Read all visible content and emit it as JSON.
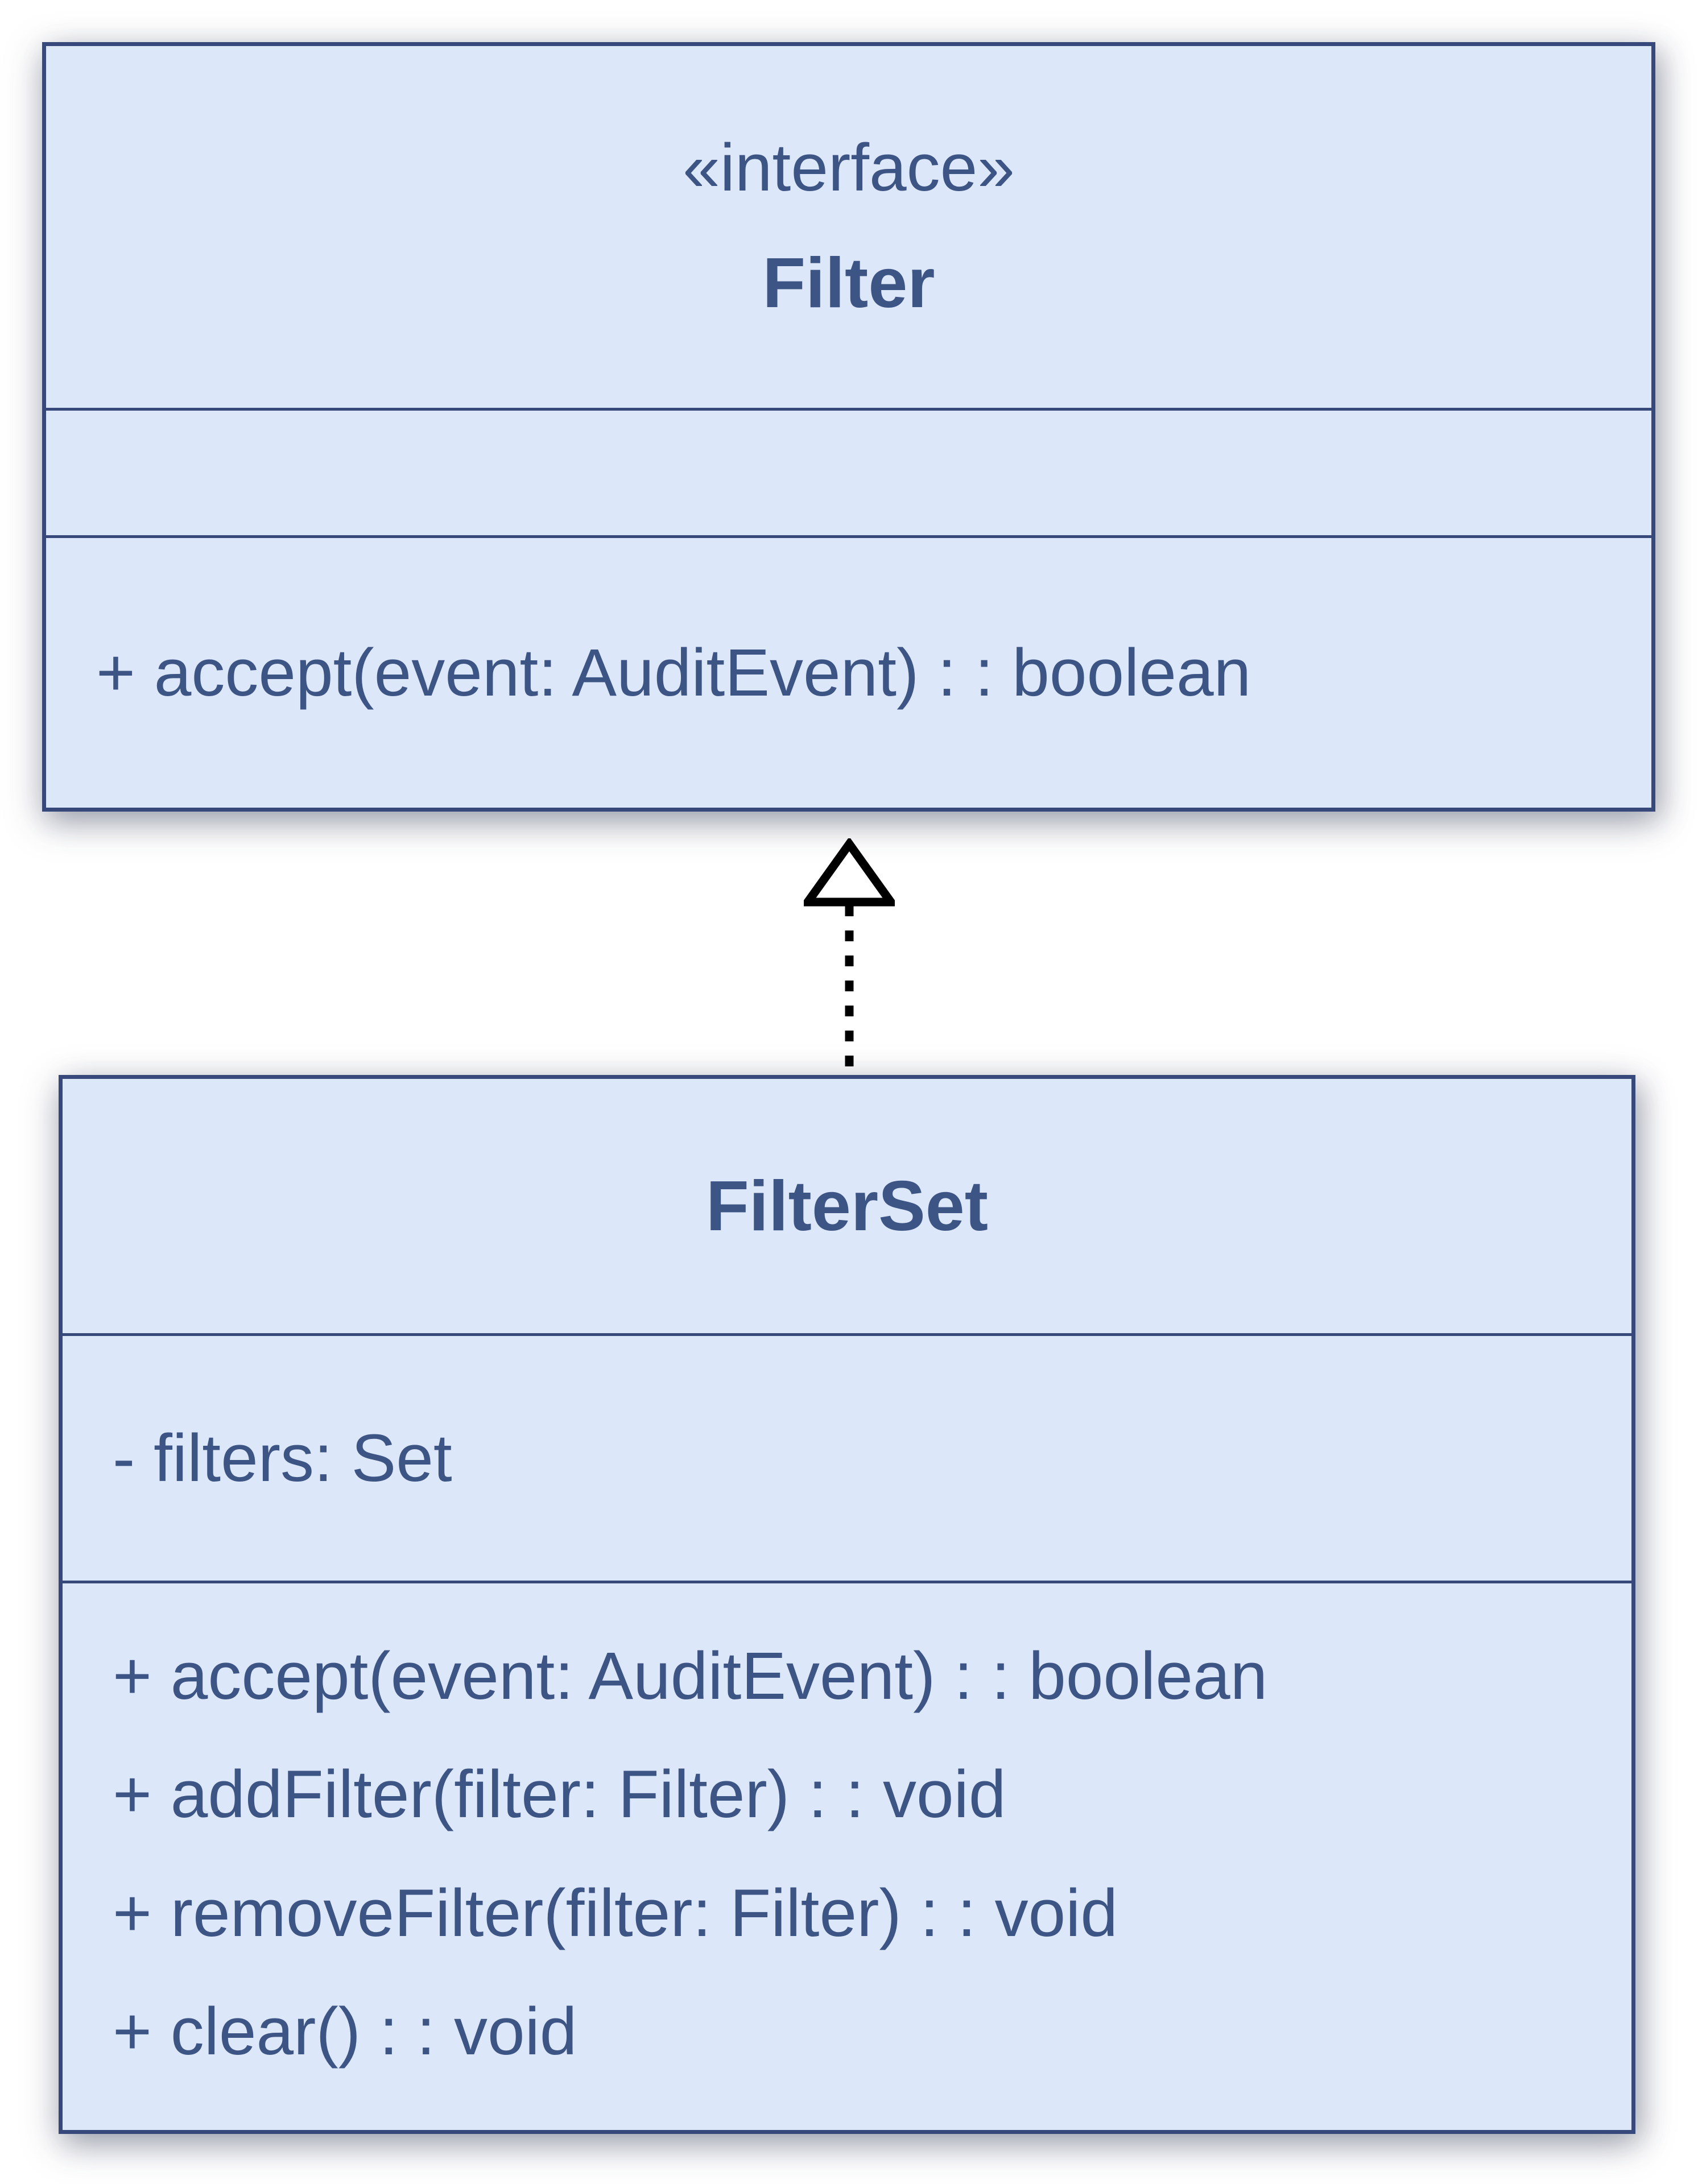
{
  "interface_class": {
    "stereotype": "«interface»",
    "name": "Filter",
    "methods": [
      "+ accept(event: AuditEvent) : : boolean"
    ]
  },
  "implementation_class": {
    "name": "FilterSet",
    "attributes": [
      "- filters: Set"
    ],
    "methods": [
      "+ accept(event: AuditEvent) : : boolean",
      "+ addFilter(filter: Filter) : : void",
      "+ removeFilter(filter: Filter) : : void",
      "+ clear() : : void"
    ]
  },
  "relationship": {
    "type": "realization",
    "direction": "FilterSet implements Filter"
  },
  "colors": {
    "box_fill": "#dde7fa",
    "box_border": "#36497a",
    "text": "#3d5584",
    "arrow": "#000000",
    "background": "#ffffff"
  }
}
